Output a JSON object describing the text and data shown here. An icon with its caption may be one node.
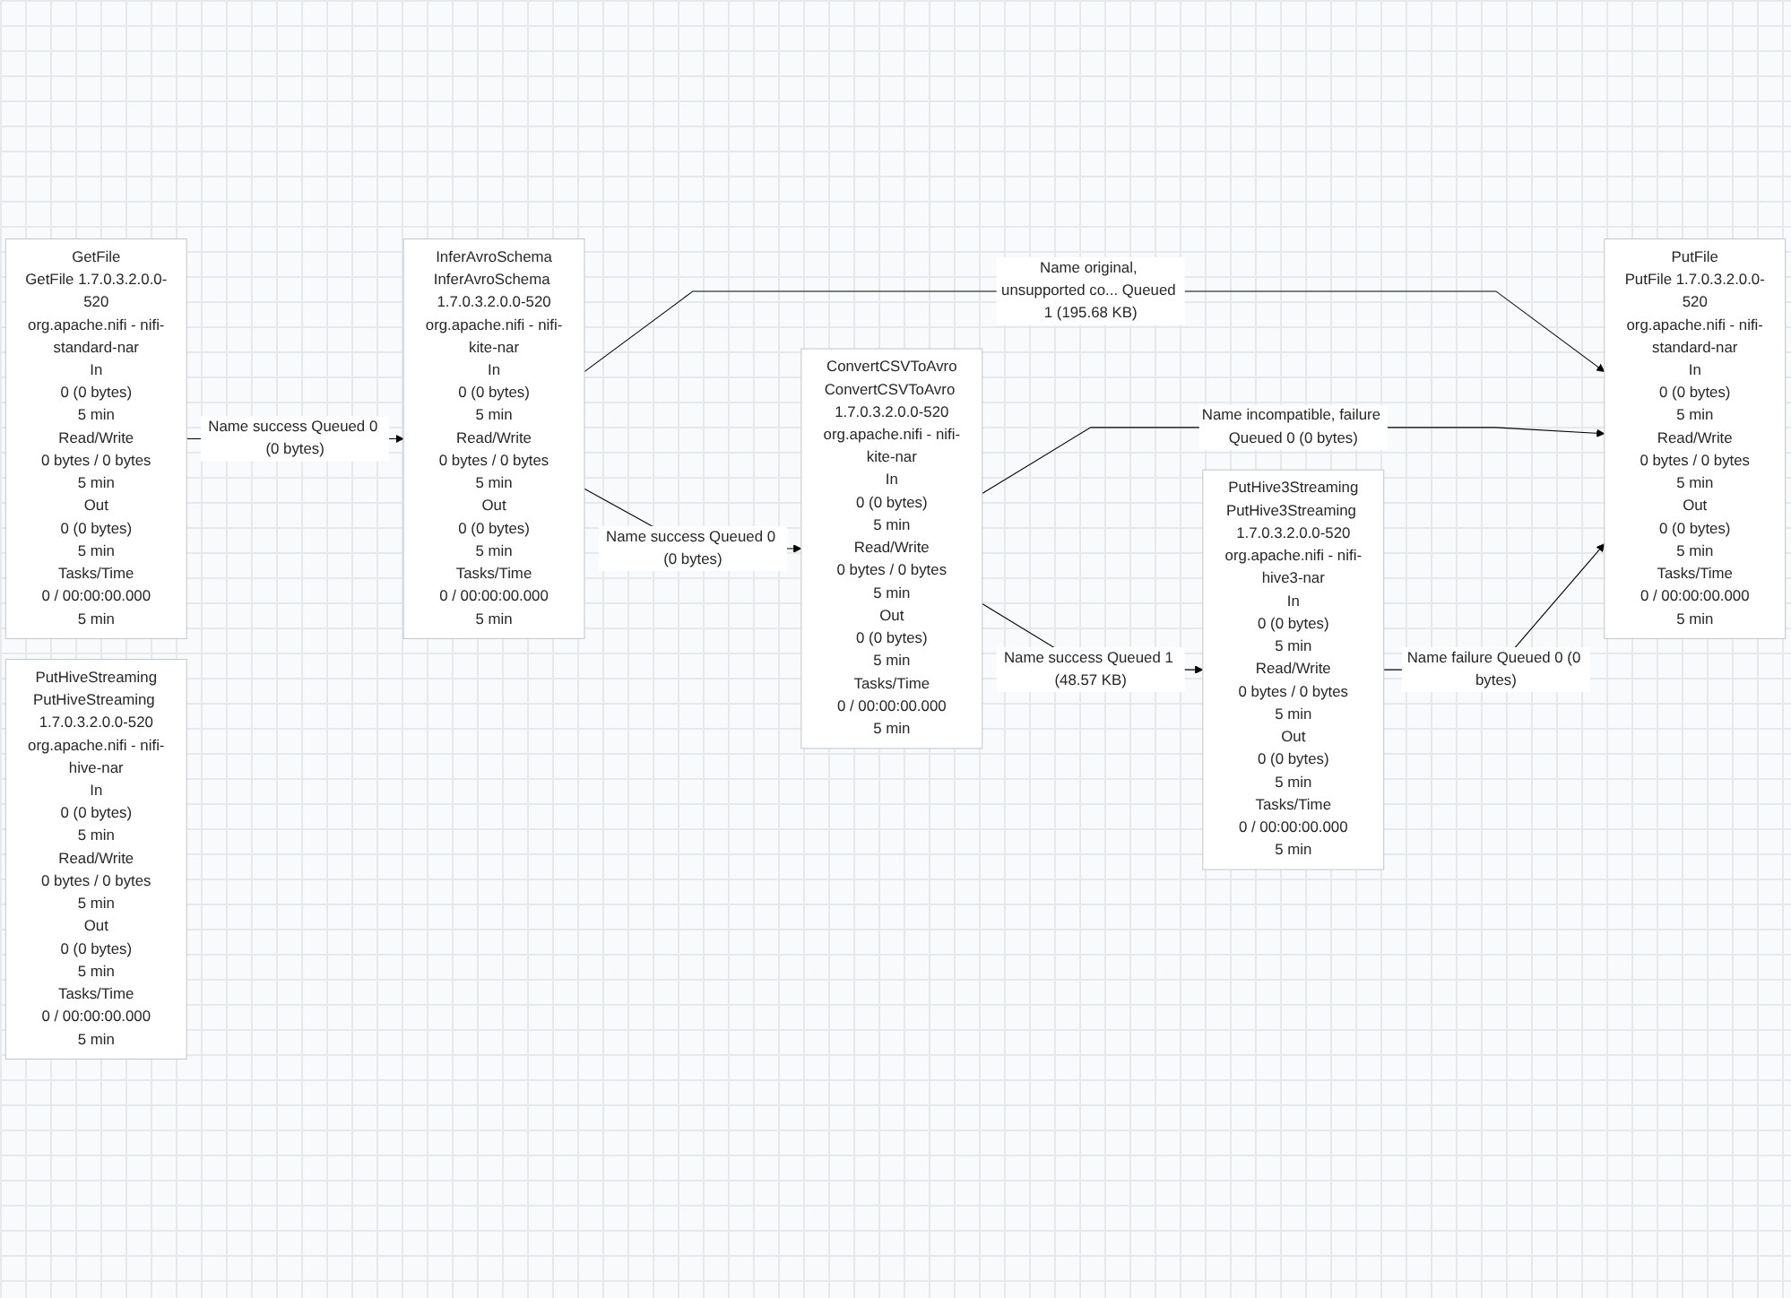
{
  "diagram": {
    "nodes": [
      {
        "text": [
          "GetFile",
          "GetFile 1.7.0.3.2.0.0-520",
          "org.apache.nifi - nifi-standard-nar",
          "In",
          "0 (0 bytes)",
          "5 min",
          "Read/Write",
          "0 bytes / 0 bytes",
          "5 min",
          "Out",
          "0 (0 bytes)",
          "5 min",
          "Tasks/Time",
          "0 / 00:00:00.000",
          "5 min"
        ]
      },
      {
        "text": [
          "InferAvroSchema",
          "InferAvroSchema 1.7.0.3.2.0.0-520",
          "org.apache.nifi - nifi-kite-nar",
          "In",
          "0 (0 bytes)",
          "5 min",
          "Read/Write",
          "0 bytes / 0 bytes",
          "5 min",
          "Out",
          "0 (0 bytes)",
          "5 min",
          "Tasks/Time",
          "0 / 00:00:00.000",
          "5 min"
        ]
      },
      {
        "text": [
          "PutFile",
          "PutFile 1.7.0.3.2.0.0-520",
          "org.apache.nifi - nifi-standard-nar",
          "In",
          "0 (0 bytes)",
          "5 min",
          "Read/Write",
          "0 bytes / 0 bytes",
          "5 min",
          "Out",
          "0 (0 bytes)",
          "5 min",
          "Tasks/Time",
          "0 / 00:00:00.000",
          "5 min"
        ]
      },
      {
        "text": [
          "ConvertCSVToAvro",
          "ConvertCSVToAvro 1.7.0.3.2.0.0-520",
          "org.apache.nifi - nifi-kite-nar",
          "In",
          "0 (0 bytes)",
          "5 min",
          "Read/Write",
          "0 bytes / 0 bytes",
          "5 min",
          "Out",
          "0 (0 bytes)",
          "5 min",
          "Tasks/Time",
          "0 / 00:00:00.000",
          "5 min"
        ]
      },
      {
        "text": [
          "PutHive3Streaming",
          "PutHive3Streaming 1.7.0.3.2.0.0-520",
          "org.apache.nifi - nifi-hive3-nar",
          "In",
          "0 (0 bytes)",
          "5 min",
          "Read/Write",
          "0 bytes / 0 bytes",
          "5 min",
          "Out",
          "0 (0 bytes)",
          "5 min",
          "Tasks/Time",
          "0 / 00:00:00.000",
          "5 min"
        ]
      },
      {
        "text": [
          "PutHiveStreaming",
          "PutHiveStreaming 1.7.0.3.2.0.0-520",
          "org.apache.nifi - nifi-hive-nar",
          "In",
          "0 (0 bytes)",
          "5 min",
          "Read/Write",
          "0 bytes / 0 bytes",
          "5 min",
          "Out",
          "0 (0 bytes)",
          "5 min",
          "Tasks/Time",
          "0 / 00:00:00.000",
          "5 min"
        ]
      }
    ],
    "edges": [
      {
        "from": 0,
        "to": 1,
        "arrow": "to",
        "label": "Name success Queued 0 (0 bytes)"
      },
      {
        "from": 1,
        "to": 2,
        "arrow": "to",
        "label": "Name original, unsupported co... Queued 1 (195.68 KB)"
      },
      {
        "from": 1,
        "to": 3,
        "arrow": "to",
        "label": "Name success Queued 0 (0 bytes)"
      },
      {
        "from": 3,
        "to": 2,
        "arrow": "to",
        "label": "Name incompatible, failure Queued 0 (0 bytes)"
      },
      {
        "from": 3,
        "to": 4,
        "arrow": "to",
        "label": "Name success Queued 1 (48.57 KB)"
      },
      {
        "from": 4,
        "to": 2,
        "arrow": "to",
        "label": "Name failure Queued 0 (0 bytes)"
      }
    ]
  }
}
